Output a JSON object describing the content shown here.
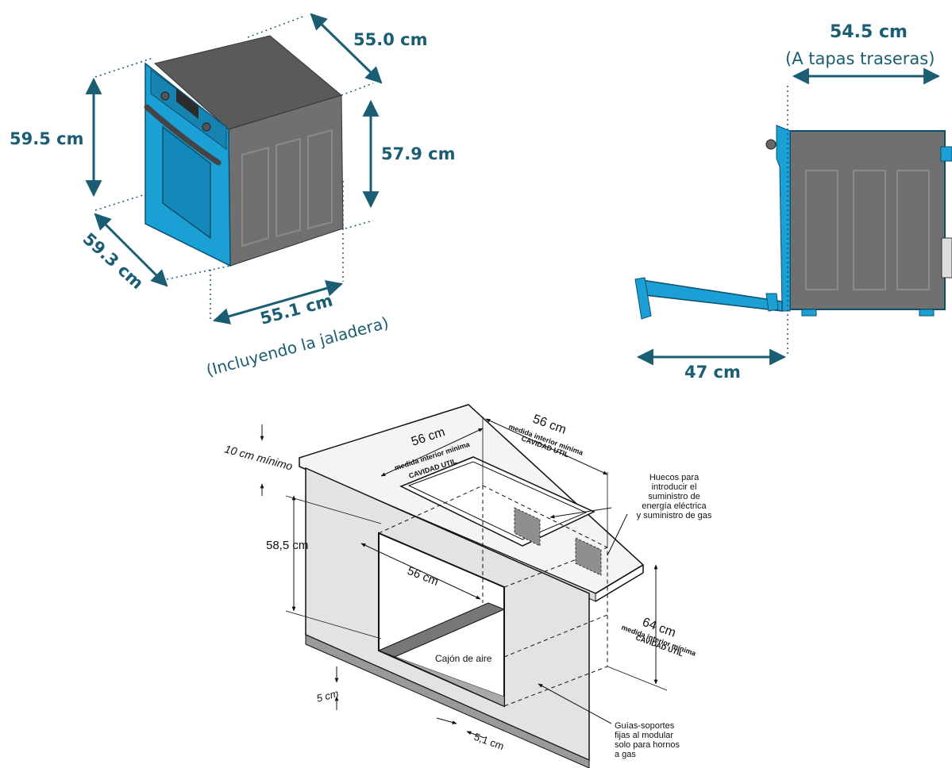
{
  "colors": {
    "accent": "#1b5d73",
    "oven_blue": "#1aa0d4",
    "oven_body": "#6f6f6f",
    "oven_top": "#5a5a5a",
    "cabinet": "#e3e3e3"
  },
  "oven_iso": {
    "depth": "55.0 cm",
    "height_front": "59.5 cm",
    "height_side": "57.9 cm",
    "width_front": "59.3 cm",
    "width_bottom": "55.1 cm",
    "width_bottom_note": "(Incluyendo la jaladera)"
  },
  "oven_side": {
    "depth": "54.5 cm",
    "depth_note": "(A tapas traseras)",
    "door_open": "47 cm"
  },
  "installation": {
    "top_clearance": "10 cm mínimo",
    "height_cut": "58,5 cm",
    "width_cut": "56 cm",
    "top_width_1": "56 cm",
    "top_width_1_note_a": "medida interior mínima",
    "top_width_1_note_b": "CAVIDAD UTIL",
    "top_width_2": "56 cm",
    "top_width_2_note_a": "medida interior mínima",
    "top_width_2_note_b": "CAVIDAD UTIL",
    "depth_right": "64 cm",
    "depth_right_note_a": "medida interior mínima",
    "depth_right_note_b": "CAVIDAD UTIL",
    "holes_note": [
      "Huecos para",
      "introducir el",
      "suministro de",
      "energía eléctrica",
      "y suministro de gas"
    ],
    "air_drawer": "Cajón de aire",
    "base_gap": "5 cm",
    "rail_gap": "5,1 cm",
    "rails_note": [
      "Guías-soportes",
      "fijas al modular",
      "solo para hornos",
      "a gas"
    ]
  }
}
